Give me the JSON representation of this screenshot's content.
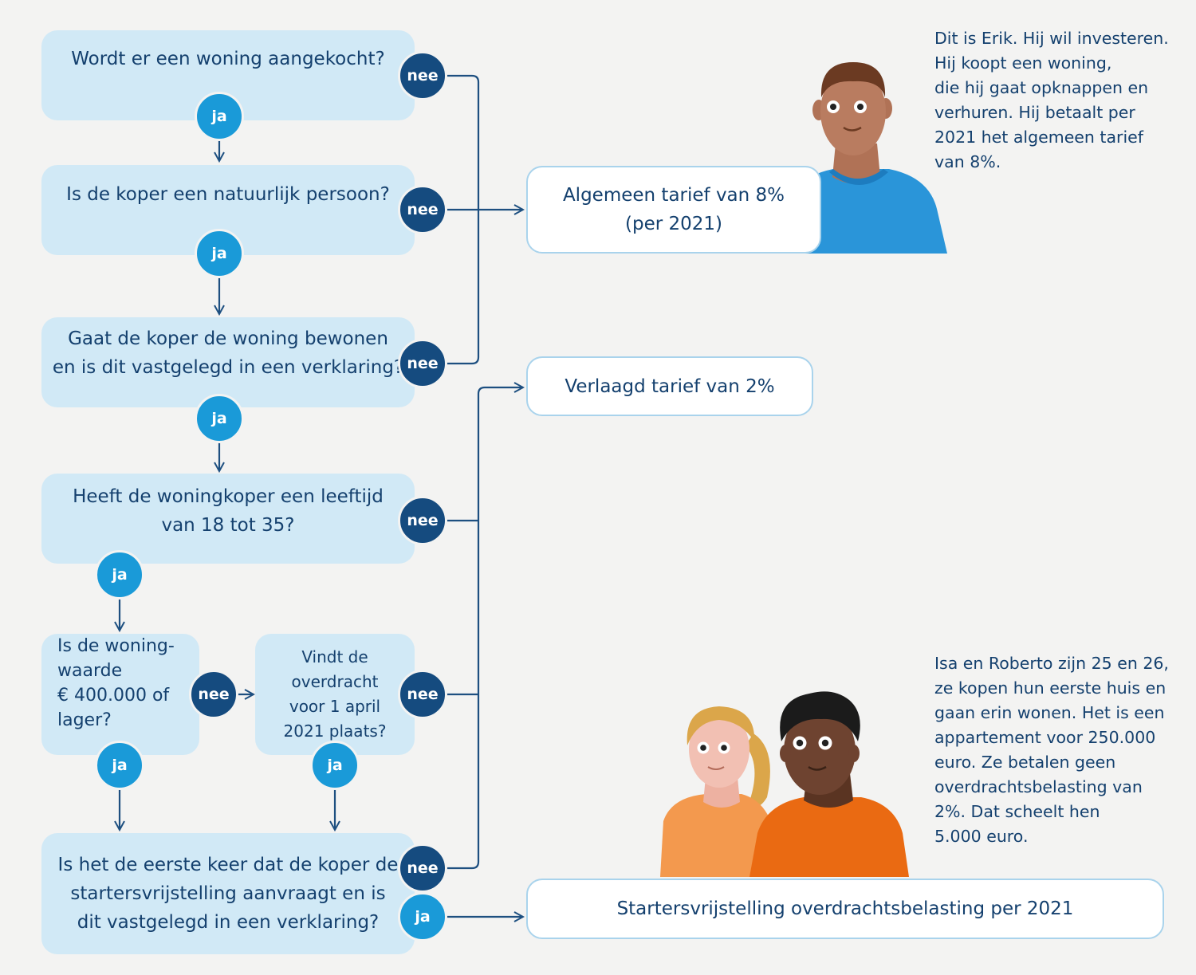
{
  "questions": {
    "q1": "Wordt er een woning aangekocht?",
    "q2": "Is de koper een natuurlijk persoon?",
    "q3": [
      "Gaat de koper de woning bewonen",
      "en is dit vastgelegd in een verklaring?"
    ],
    "q4": [
      "Heeft de woningkoper een leeftijd",
      "van 18 tot 35?"
    ],
    "q5": [
      "Is de woning-",
      "waarde",
      "€ 400.000 of",
      "lager?"
    ],
    "q6": [
      "Vindt de",
      "overdracht",
      "voor 1 april",
      "2021 plaats?"
    ],
    "q7": [
      "Is het de eerste keer dat de koper de",
      "startersvrijstelling aanvraagt en is",
      "dit vastgelegd in een verklaring?"
    ]
  },
  "results": {
    "general": [
      "Algemeen tarief van 8%",
      "(per 2021)"
    ],
    "reduced": "Verlaagd tarief van 2%",
    "starter": "Startersvrijstelling overdrachtsbelasting per 2021"
  },
  "labels": {
    "yes": "ja",
    "no": "nee"
  },
  "stories": {
    "erik": [
      "Dit is Erik. Hij wil investeren.",
      "Hij koopt een woning,",
      "die hij gaat opknappen en",
      "verhuren. Hij betaalt per",
      "2021 het algemeen tarief",
      "van 8%."
    ],
    "couple": [
      "Isa en Roberto zijn 25 en 26,",
      "ze kopen hun eerste huis en",
      "gaan erin wonen. Het is een",
      "appartement voor 250.000",
      "euro. Ze betalen geen",
      "overdrachtsbelasting van",
      "2%. Dat scheelt hen",
      "5.000 euro."
    ]
  },
  "colors": {
    "question_fill": "#d1e9f6",
    "result_border": "#a9d3ec",
    "ja": "#1a9ad8",
    "nee": "#154b7f",
    "text": "#14406e",
    "line": "#1d4f80"
  }
}
